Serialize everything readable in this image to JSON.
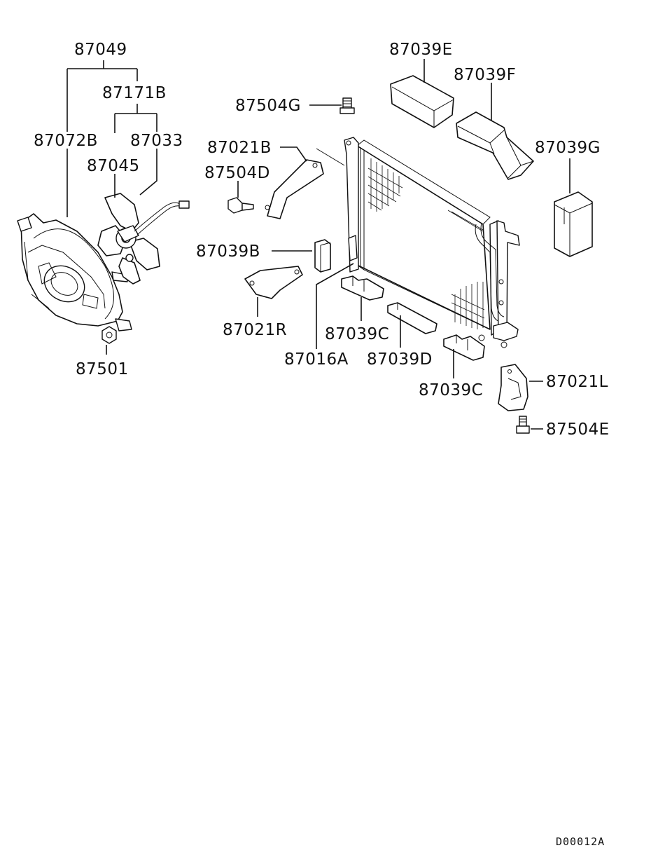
{
  "diagram": {
    "labels": {
      "p87049": "87049",
      "p87171B": "87171B",
      "p87072B": "87072B",
      "p87033": "87033",
      "p87045": "87045",
      "p87501": "87501",
      "p87039E": "87039E",
      "p87039F": "87039F",
      "p87039G": "87039G",
      "p87504G": "87504G",
      "p87021B": "87021B",
      "p87504D": "87504D",
      "p87039B": "87039B",
      "p87021R": "87021R",
      "p87039C_a": "87039C",
      "p87016A": "87016A",
      "p87039D": "87039D",
      "p87039C_b": "87039C",
      "p87021L": "87021L",
      "p87504E": "87504E"
    },
    "drawing_code": "D00012A"
  }
}
